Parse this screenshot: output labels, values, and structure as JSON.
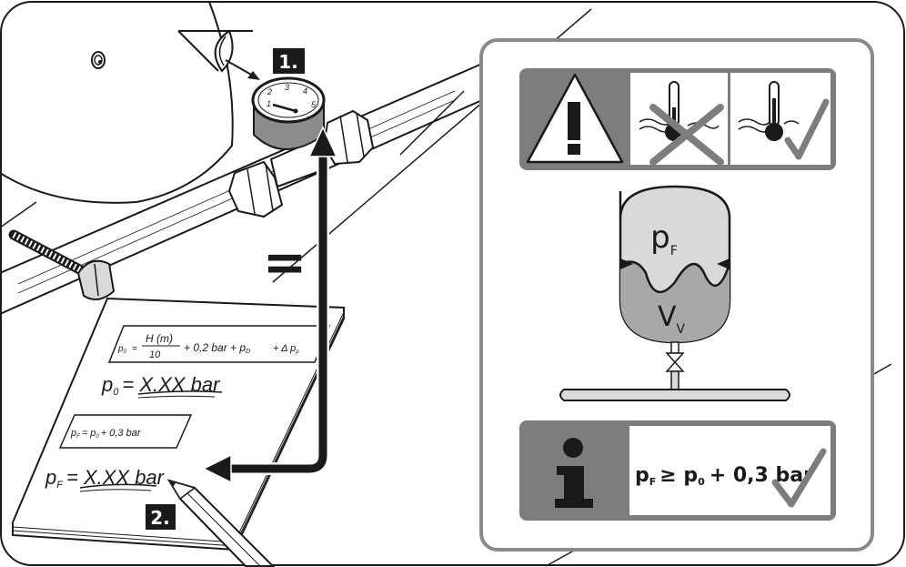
{
  "steps": {
    "step1": "1.",
    "step2": "2."
  },
  "equals_sign": "=",
  "gauge": {
    "numbers": [
      "1",
      "2",
      "3",
      "4",
      "5"
    ]
  },
  "notepad": {
    "formula1_lhs": "p",
    "formula1_lhs_sub": "0",
    "formula1_eq": "=",
    "formula1_numerator": "H (m)",
    "formula1_denominator": "10",
    "formula1_rest": "+ 0,2 bar + p",
    "formula1_rest_sub": "D",
    "formula1_tail": "+ Δ p",
    "formula1_tail_sub": "p",
    "result1_p": "p",
    "result1_sub": "0",
    "result1_value": "= X.XX bar",
    "formula2_p": "p",
    "formula2_sub": "F",
    "formula2_mid": "= p",
    "formula2_mid_sub": "0",
    "formula2_tail": "+ 0,3 bar",
    "result2_p": "p",
    "result2_sub": "F",
    "result2_value": "= X.XX bar"
  },
  "panel": {
    "warning_icon": "warning-triangle-icon",
    "cold_icon": "thermometer-cold-crossed-icon",
    "warm_icon": "thermometer-warm-check-icon",
    "vessel_pf": "p",
    "vessel_pf_sub": "F",
    "vessel_vv": "V",
    "vessel_vv_sub": "V",
    "info_icon": "info-icon",
    "condition_pf": "p",
    "condition_pf_sub": "F",
    "condition_ge": "≥ p",
    "condition_p0_sub": "0",
    "condition_rest": "+ 0,3 bar",
    "check_icon": "checkmark-icon"
  },
  "colors": {
    "line": "#1a1a1a",
    "panel_border": "#8a8a8a",
    "header_gray": "#7d7d7d",
    "vessel_gray": "#b3b3b3",
    "light_gray": "#d9d9d9"
  }
}
